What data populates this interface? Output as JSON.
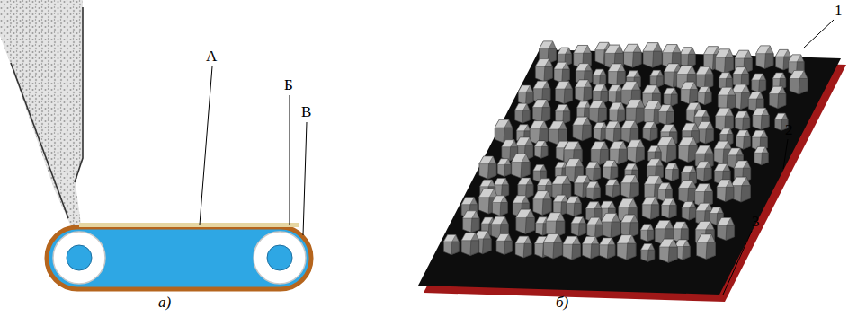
{
  "diagram": {
    "labels": [
      "А",
      "Б",
      "В",
      "а)",
      "1",
      "2",
      "3",
      "б)"
    ]
  }
}
